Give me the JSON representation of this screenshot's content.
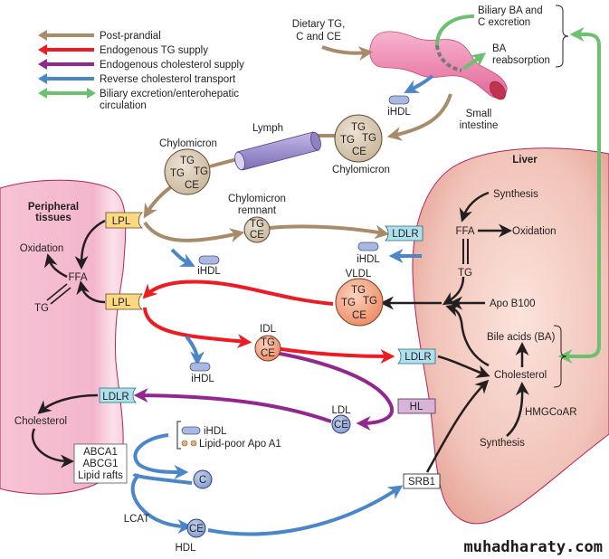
{
  "legend": [
    {
      "label": "Post-prandial",
      "color": "#a88c6a",
      "type": "single"
    },
    {
      "label": "Endogenous TG supply",
      "color": "#ed1c24",
      "type": "single"
    },
    {
      "label": "Endogenous cholesterol supply",
      "color": "#92278f",
      "type": "single"
    },
    {
      "label": "Reverse cholesterol transport",
      "color": "#4a86c8",
      "type": "single"
    },
    {
      "label": "Biliary excretion/enterohepatic",
      "label2": "circulation",
      "color": "#6cc070",
      "type": "double"
    }
  ],
  "colors": {
    "postprandial": "#a88c6a",
    "tg_supply": "#ed1c24",
    "chol_supply": "#92278f",
    "reverse": "#4a86c8",
    "biliary": "#6cc070",
    "black": "#231f20",
    "intestine": "#ee8db4",
    "liver": "#eeb8ac",
    "peripheral": "#f7c4d6",
    "lymph": "#9f92cf",
    "chylomicron": "#d7c8b2",
    "vldl": "#f2a07e",
    "ldl": "#9fb3dc",
    "lpl": "#fcd981",
    "ldlr": "#aee0ee",
    "hl": "#d9b4d9"
  },
  "intestine": {
    "dietary_line1": "Dietary TG,",
    "dietary_line2": "C and CE",
    "label_line1": "Small",
    "label_line2": "intestine",
    "biliary_line1": "Biliary BA and",
    "biliary_line2": "C excretion",
    "ba_line1": "BA",
    "ba_line2": "reabsorption",
    "ihdl": "iHDL"
  },
  "chylomicron_gut": {
    "label": "Chylomicron",
    "contents": [
      "TG",
      "TG",
      "TG",
      "CE"
    ]
  },
  "lymph": {
    "label": "Lymph"
  },
  "chylomicron": {
    "label": "Chylomicron",
    "contents": [
      "TG",
      "TG",
      "TG",
      "CE"
    ]
  },
  "chylomicron_remnant": {
    "label_line1": "Chylomicron",
    "label_line2": "remnant",
    "contents": [
      "TG",
      "CE"
    ]
  },
  "peripheral": {
    "title_line1": "Peripheral",
    "title_line2": "tissues",
    "oxidation": "Oxidation",
    "ffa": "FFA",
    "tg": "TG",
    "cholesterol": "Cholesterol",
    "transporter_lines": [
      "ABCA1",
      "ABCG1",
      "Lipid rafts"
    ]
  },
  "receptors": {
    "lpl_top": "LPL",
    "lpl_bottom": "LPL",
    "ldlr_periph": "LDLR",
    "ldlr_liver_top": "LDLR",
    "ldlr_liver_mid": "LDLR",
    "hl": "HL",
    "srb1": "SRB1"
  },
  "ihdl_labels": {
    "after_chylo": "iHDL",
    "liver_side": "iHDL",
    "after_vldl": "iHDL",
    "legend_box_ihdl": "iHDL",
    "legend_box_apo": "Lipid-poor Apo A1"
  },
  "vldl": {
    "label": "VLDL",
    "contents": [
      "TG",
      "TG",
      "TG",
      "CE"
    ]
  },
  "idl": {
    "label": "IDL",
    "contents": [
      "TG",
      "CE"
    ]
  },
  "ldl": {
    "label": "LDL",
    "contents": [
      "CE"
    ]
  },
  "hdl": {
    "label": "HDL",
    "c": "C",
    "ce": "CE",
    "lcat": "LCAT"
  },
  "liver": {
    "title": "Liver",
    "synthesis_top": "Synthesis",
    "ffa": "FFA",
    "oxidation": "Oxidation",
    "tg": "TG",
    "apo_b100": "Apo B100",
    "bile_acids": "Bile acids (BA)",
    "cholesterol": "Cholesterol",
    "hmgcoar": "HMGCoAR",
    "synthesis_bottom": "Synthesis"
  },
  "watermark": "muhadharaty.com"
}
